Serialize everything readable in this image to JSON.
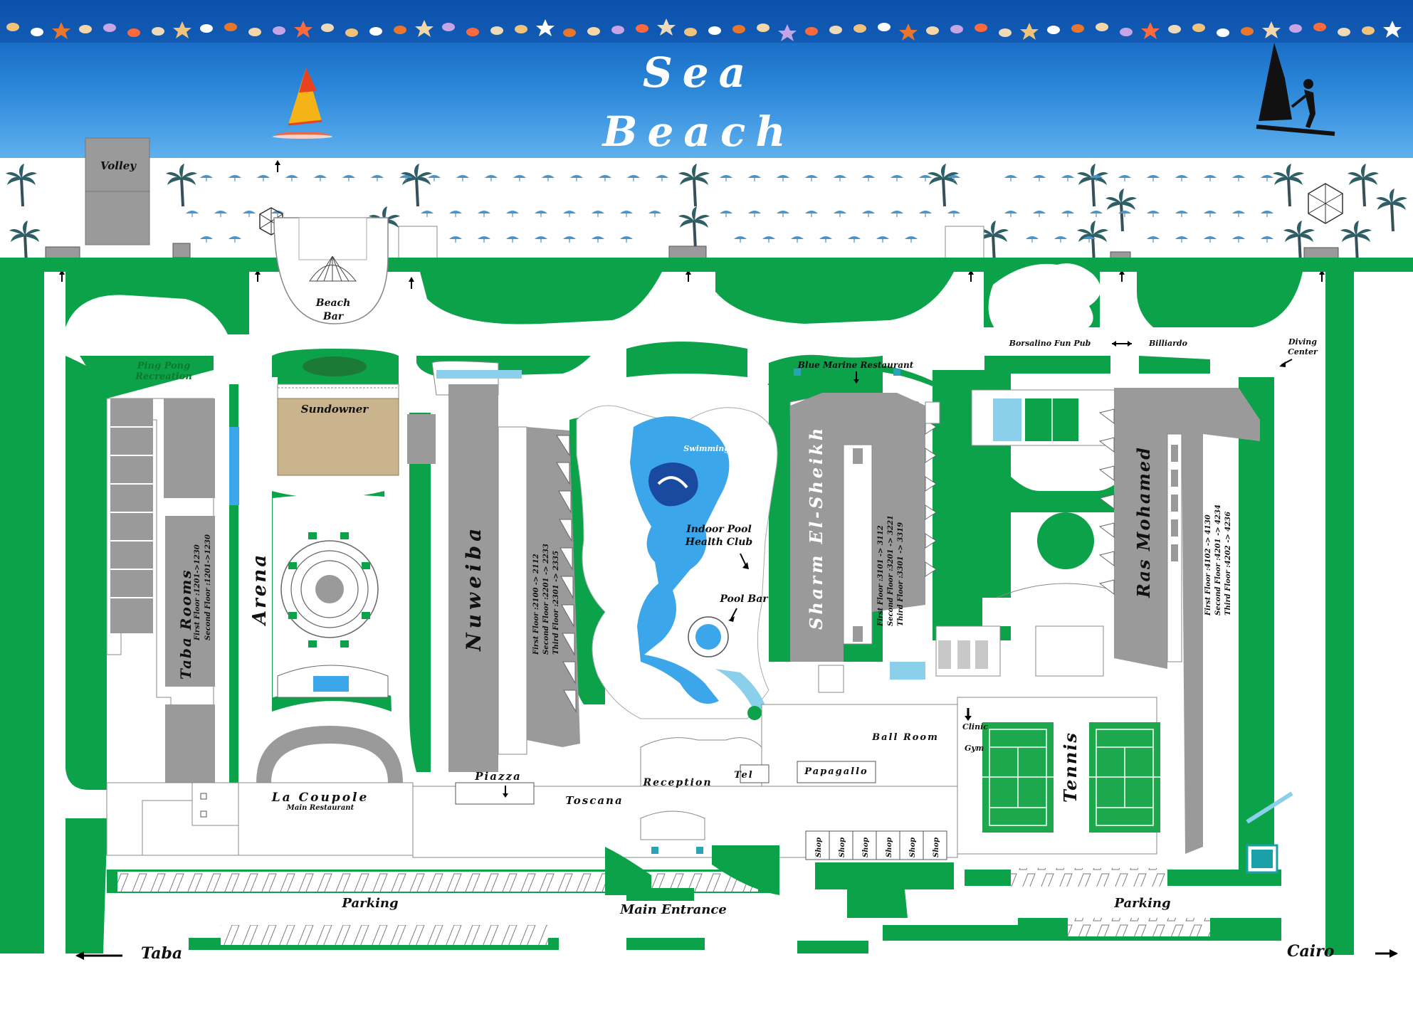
{
  "header": {
    "line1": "Sea",
    "line2": "Beach"
  },
  "labels": {
    "volley": "Volley",
    "beach_bar_1": "Beach",
    "beach_bar_2": "Bar",
    "ping_pong_1": "Ping Pong",
    "ping_pong_2": "Recreation",
    "sundowner": "Sundowner",
    "arena": "Arena",
    "taba_rooms": "Taba Rooms",
    "taba_floor1": "First Floor :1201->1230",
    "taba_floor2": "Second Floor :1201->1230",
    "nuweiba": "Nuweiba",
    "nuweiba_floor1": "First Floor :2100 -> 2112",
    "nuweiba_floor2": "Second Floor :2201 -> 2233",
    "nuweiba_floor3": "Third Floor :2301 -> 2335",
    "swimming_pool": "Swimming Pool",
    "indoor_pool_1": "Indoor Pool",
    "indoor_pool_2": "Health Club",
    "pool_bar": "Pool Bar",
    "blue_marine": "Blue Marine Restaurant",
    "sharm": "Sharm El-Sheikh",
    "sharm_floor1": "First Floor :3101 -> 3112",
    "sharm_floor2": "Second Floor :3201 -> 3221",
    "sharm_floor3": "Third Floor :3301 -> 3319",
    "borsalino": "Borsalino Fun Pub",
    "billiardo": "Billiardo",
    "diving_1": "Diving",
    "diving_2": "Center",
    "ras": "Ras Mohamed",
    "ras_floor1": "First Floor :4102 -> 4130",
    "ras_floor2": "Second Floor :4201 -> 4234",
    "ras_floor3": "Third Floor :4202 -> 4236",
    "la_coupole": "La Coupole",
    "main_restaurant": "Main Restaurant",
    "piazza": "Piazza",
    "toscana": "Toscana",
    "reception": "Reception",
    "tel": "Tel",
    "papagallo": "Papagallo",
    "ball_room": "Ball Room",
    "clinic": "Clinic",
    "gym": "Gym",
    "tennis": "Tennis",
    "shop": "Shop",
    "parking_left": "Parking",
    "parking_right": "Parking",
    "main_entrance": "Main Entrance",
    "taba_exit": "Taba",
    "cairo_exit": "Cairo"
  },
  "colors": {
    "sea_top": "#2a86d8",
    "sea_bottom": "#0b4fa8",
    "garden": "#0ca24a",
    "building": "#9a9a9a",
    "pool": "#3ba7ea",
    "sand": "#c9b48e",
    "court": "#1ea84d"
  }
}
